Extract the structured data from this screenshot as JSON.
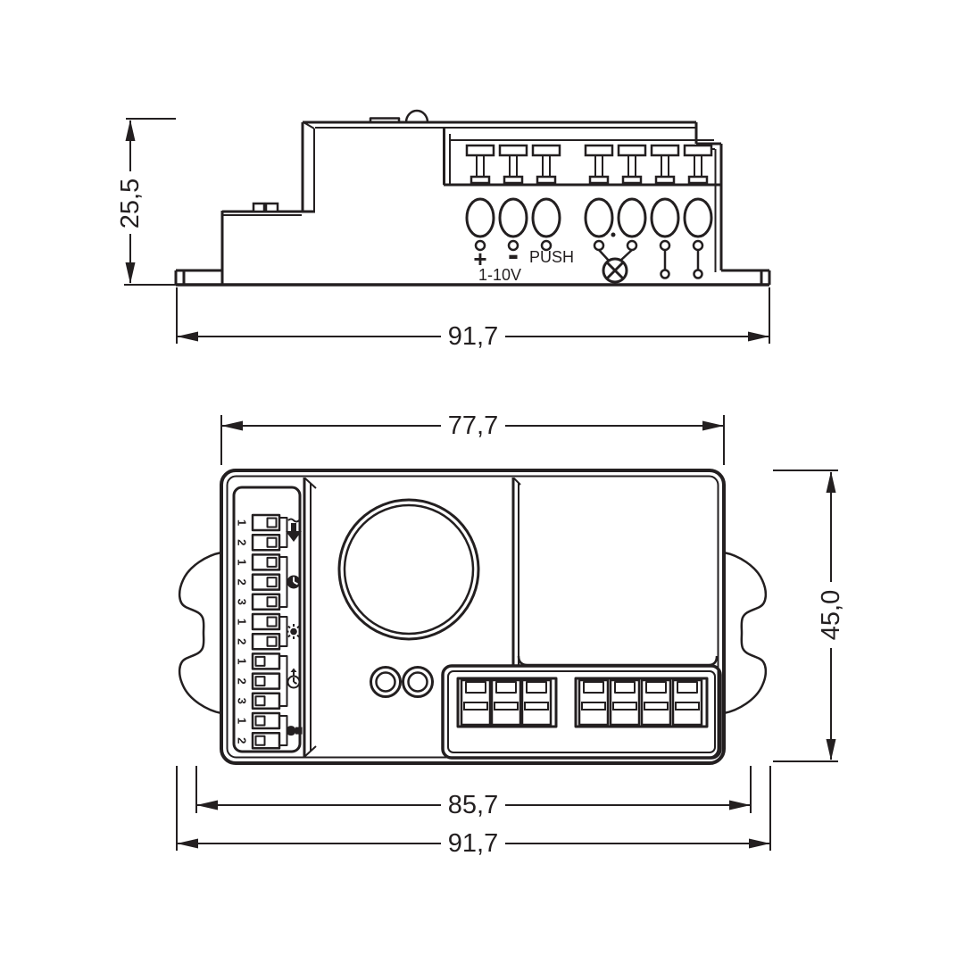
{
  "page": {
    "background_color": "#ffffff",
    "line_color": "#231f20",
    "description": "Technical dimensional drawing of a microwave motion sensor, side view and top view"
  },
  "side_view": {
    "dim_height": "25,5",
    "dim_width": "91,7",
    "plus": "+",
    "minus": "-",
    "push": "PUSH",
    "voltage": "1-10V"
  },
  "top_view": {
    "dim_body_width": "77,7",
    "dim_height": "45,0",
    "dim_clip_width": "85,7",
    "dim_overall_width": "91,7",
    "dip_numbers": [
      "1",
      "2",
      "1",
      "2",
      "3",
      "1",
      "2",
      "1",
      "2",
      "3",
      "1",
      "2"
    ],
    "dip_icons": [
      "motion-range-arrow-icon",
      "time-delay-clock-icon",
      "daylight-sun-icon",
      "standby-time-clock-icon",
      "standby-lamp-icon"
    ]
  }
}
